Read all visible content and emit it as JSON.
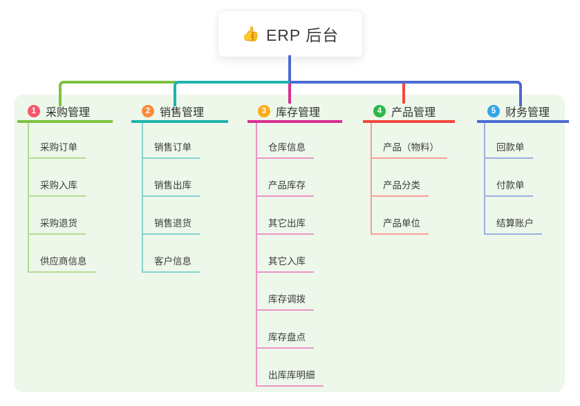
{
  "root": {
    "icon": "👍",
    "label": "ERP 后台"
  },
  "branches": [
    {
      "num": "1",
      "label": "采购管理",
      "badge_color": "#f5586c",
      "line_color": "#7cc23e",
      "child_line_color": "#b5db93",
      "children": [
        "采购订单",
        "采购入库",
        "采购退货",
        "供应商信息"
      ]
    },
    {
      "num": "2",
      "label": "销售管理",
      "badge_color": "#f98b3e",
      "line_color": "#1fb2ad",
      "child_line_color": "#84d4cf",
      "children": [
        "销售订单",
        "销售出库",
        "销售退货",
        "客户信息"
      ]
    },
    {
      "num": "3",
      "label": "库存管理",
      "badge_color": "#fbac18",
      "line_color": "#d92c8f",
      "child_line_color": "#ee93c5",
      "children": [
        "仓库信息",
        "产品库存",
        "其它出库",
        "其它入库",
        "库存调拨",
        "库存盘点",
        "出库库明细"
      ]
    },
    {
      "num": "4",
      "label": "产品管理",
      "badge_color": "#2eb84a",
      "line_color": "#f4473c",
      "child_line_color": "#f99d95",
      "children": [
        "产品（物料）",
        "产品分类",
        "产品单位"
      ]
    },
    {
      "num": "5",
      "label": "财务管理",
      "badge_color": "#31a6e5",
      "line_color": "#4a6ad2",
      "child_line_color": "#9cadde",
      "children": [
        "回款单",
        "付款单",
        "结算账户"
      ]
    }
  ],
  "colors": {
    "panel_bg": "#edf7ea",
    "canvas_bg": "#ffffff",
    "root_stem": "#4a6ad2",
    "text": "#3c3c3c"
  }
}
